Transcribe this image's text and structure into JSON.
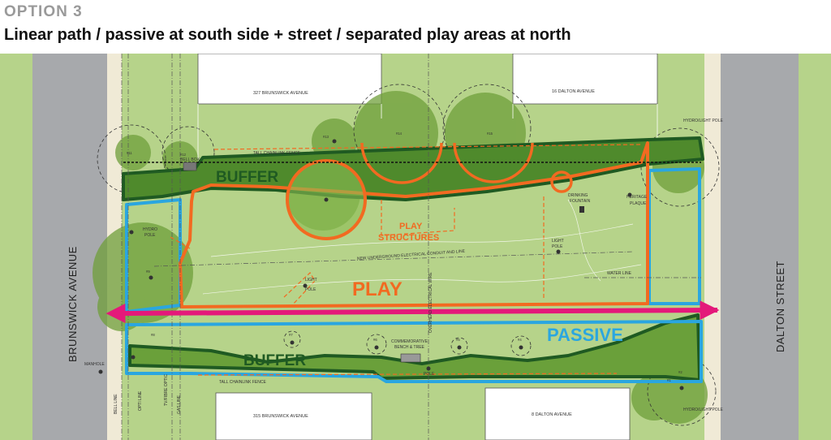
{
  "header": {
    "option": "OPTION 3",
    "title": "Linear path / passive at south side + street / separated play areas at north"
  },
  "streets": {
    "west": "BRUNSWICK AVENUE",
    "east": "DALTON STREET"
  },
  "buildings": {
    "nw": "327 BRUNSWICK AVENUE",
    "ne": "16 DALTON AVENUE",
    "sw": "315 BRUNSWICK AVENUE",
    "se": "8 DALTON AVENUE"
  },
  "zones": {
    "buffer_north": "BUFFER",
    "buffer_south": "BUFFER",
    "play": "PLAY",
    "play_structures_1": "PLAY",
    "play_structures_2": "STRUCTURES",
    "passive": "PASSIVE"
  },
  "annotations": {
    "hydro_light_pole_ne": "HYDRO/LIGHT POLE",
    "hydro_light_pole_se": "HYDRO/LIGHT POLE",
    "tall_chainlink_fence_north": "TALL CHAINLINK FENCE",
    "tall_chainlink_fence_south": "TALL CHAINLINK FENCE",
    "drinking_fountain_1": "DRINKING",
    "drinking_fountain_2": "FOUNTAIN",
    "heritage_plaque_1": "HERITAGE",
    "heritage_plaque_2": "PLAQUE",
    "light_pole_center_1": "LIGHT",
    "light_pole_center_2": "POLE",
    "light_pole_west_1": "LIGHT",
    "light_pole_west_2": "POLE",
    "electrical_conduit": "NEW UNDERGROUND ELECTRICAL CONDUIT AND LINE",
    "overhead_electrical_wire": "OVERHEAD ELECTRICAL WIRE",
    "water_line": "WATER LINE",
    "commemorative_bench_1": "COMMEMORATIVE",
    "commemorative_bench_2": "BENCH & TREE",
    "manhole": "MANHOLE",
    "bell_line": "BELL LINE",
    "opti_line": "OPTI LINE",
    "tv_fibre_optic": "TV/FIBRE OPTIC",
    "gas_line": "GAS LINE",
    "pole": "POLE",
    "hydro_pole_w_1": "HYDRO",
    "hydro_pole_w_2": "POLE",
    "bell_box": "BELL BOX"
  },
  "trees": [
    {
      "id": "tree-11",
      "label": "#11"
    },
    {
      "id": "tree-12",
      "label": "#12"
    },
    {
      "id": "tree-13",
      "label": "#13"
    },
    {
      "id": "tree-14",
      "label": "#14"
    },
    {
      "id": "tree-15",
      "label": "#15"
    },
    {
      "id": "tree-9",
      "label": "#9"
    },
    {
      "id": "tree-8",
      "label": "#8"
    },
    {
      "id": "tree-7",
      "label": "#7"
    },
    {
      "id": "tree-6",
      "label": "#6"
    },
    {
      "id": "tree-5",
      "label": "#5"
    },
    {
      "id": "tree-4",
      "label": "#4"
    },
    {
      "id": "tree-2",
      "label": "#2"
    },
    {
      "id": "tree-1",
      "label": "#1"
    }
  ],
  "colors": {
    "grass_light": "#b6d38a",
    "grass_dark": "#6f9f3a",
    "buffer_dark": "#1f5a22",
    "play_orange": "#f26a21",
    "passive_blue": "#2aa6e0",
    "path_magenta": "#e4197a",
    "road_gray": "#a7a9ac"
  }
}
